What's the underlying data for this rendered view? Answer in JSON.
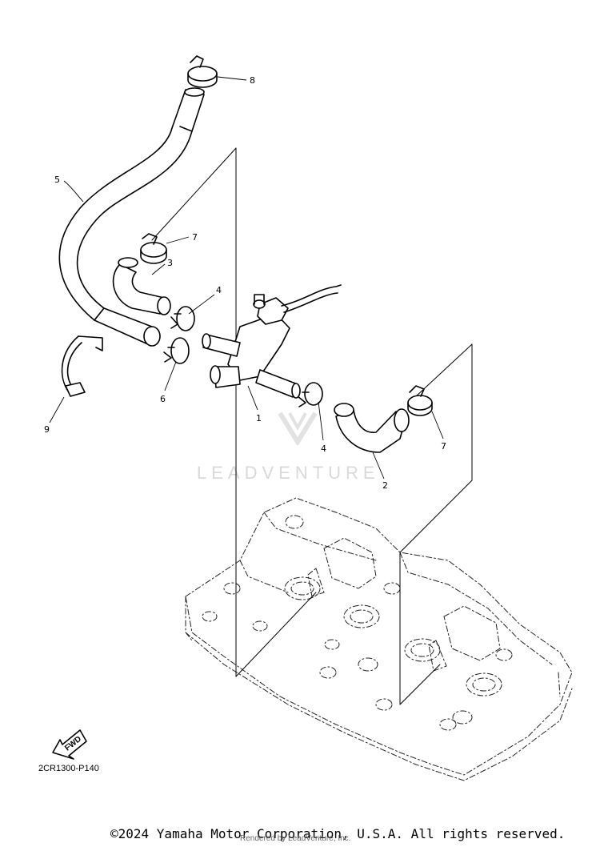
{
  "diagram": {
    "code": "2CR1300-P140",
    "fwd_label": "FWD",
    "callouts": {
      "c1": "1",
      "c2": "2",
      "c3": "3",
      "c4a": "4",
      "c4b": "4",
      "c5": "5",
      "c6": "6",
      "c7a": "7",
      "c7b": "7",
      "c8": "8",
      "c9": "9"
    }
  },
  "watermark": {
    "text": "LEADVENTURE"
  },
  "footer": {
    "copyright": "©2024 Yamaha Motor Corporation, U.S.A. All rights reserved.",
    "rendered_by": "Rendered by LeadVenture, Inc."
  }
}
